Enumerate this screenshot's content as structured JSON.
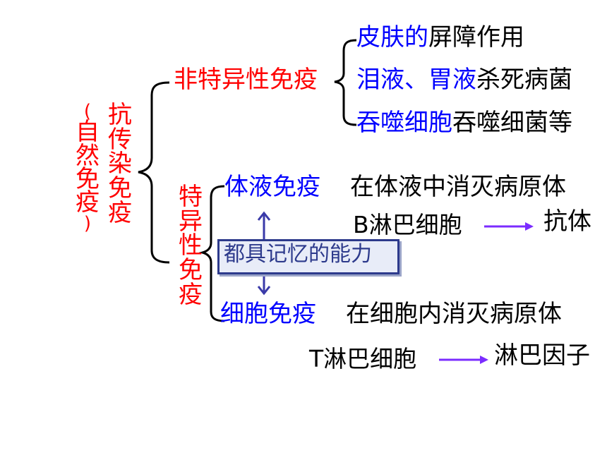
{
  "root": {
    "title_chars": [
      "抗",
      "传",
      "染",
      "免",
      "疫"
    ],
    "note_chars": [
      "(",
      "自",
      "然",
      "免",
      "疫",
      ")"
    ]
  },
  "nonspecific": {
    "label": "非特异性免疫",
    "items": [
      {
        "highlight": "皮肤的",
        "rest": "屏障作用"
      },
      {
        "highlight": "泪液、胃液",
        "rest": "杀死病菌"
      },
      {
        "highlight": "吞噬细胞",
        "rest": "吞噬细菌等"
      }
    ]
  },
  "specific": {
    "label_chars": [
      "特",
      "异",
      "性",
      "免",
      "疫"
    ],
    "humoral": {
      "label": "体液免疫",
      "desc": "在体液中消灭病原体",
      "cell": "B淋巴细胞",
      "product": "抗体"
    },
    "memory_note": "都具记忆的能力",
    "cellular": {
      "label": "细胞免疫",
      "desc": "在细胞内消灭病原体",
      "cell": "T淋巴细胞",
      "product": "淋巴因子"
    }
  },
  "colors": {
    "red": "#ff0000",
    "blue": "#0000ff",
    "black": "#000000",
    "arrow": "#7b2cff",
    "box_border": "#2d3a8c"
  }
}
